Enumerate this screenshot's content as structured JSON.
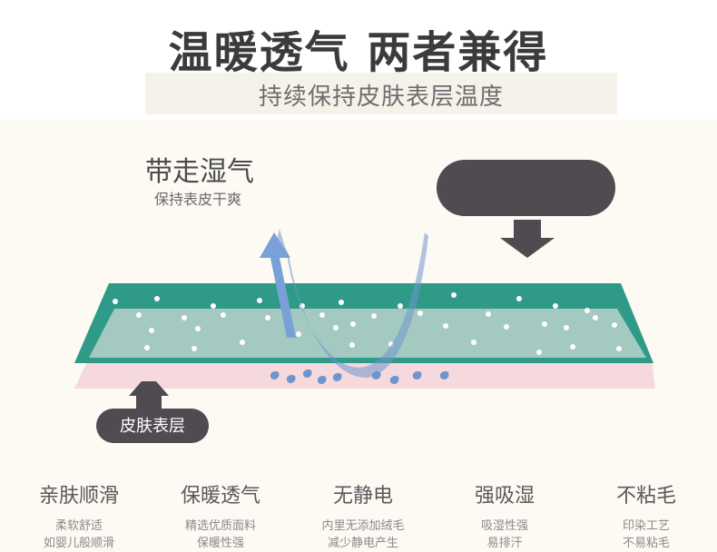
{
  "header": {
    "headline": "温暖透气 两者兼得",
    "subtitle": "持续保持皮肤表层温度"
  },
  "diagram": {
    "moisture_title": "带走湿气",
    "moisture_caption": "保持表皮干爽",
    "skin_label": "皮肤表层",
    "colors": {
      "fabric_top": "#2f9a88",
      "fabric_mid": "#a3c9c0",
      "skin": "#f6d9dd",
      "arrow": "#6f95cf",
      "droplet": "#6f95cf",
      "dark_pill": "#504a51"
    },
    "icons": [
      "down-arrow-icon",
      "up-arrow-icon",
      "curved-up-arrow-icon",
      "water-droplet-icon"
    ]
  },
  "features": [
    {
      "title": "亲肤顺滑",
      "line1": "柔软舒适",
      "line2": "如婴儿般顺滑"
    },
    {
      "title": "保暖透气",
      "line1": "精选优质面料",
      "line2": "保暖性强"
    },
    {
      "title": "无静电",
      "line1": "内里无添加绒毛",
      "line2": "减少静电产生"
    },
    {
      "title": "强吸湿",
      "line1": "吸湿性强",
      "line2": "易排汗"
    },
    {
      "title": "不粘毛",
      "line1": "印染工艺",
      "line2": "不易粘毛"
    }
  ]
}
